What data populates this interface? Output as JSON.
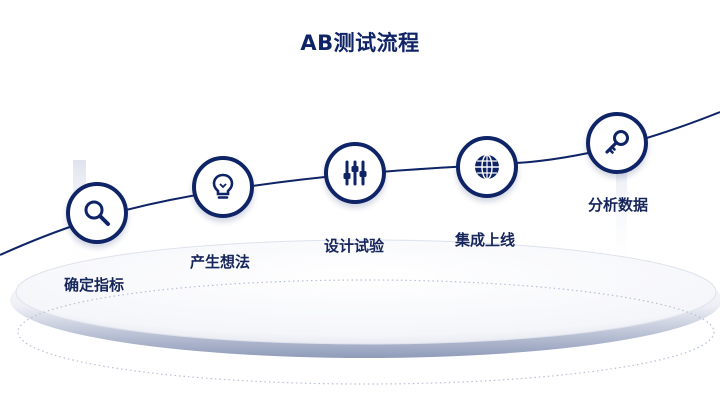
{
  "title": "AB测试流程",
  "colors": {
    "primary": "#0f2466",
    "label": "#16255a"
  },
  "steps": [
    {
      "label": "确定指标",
      "icon": "magnifier-icon"
    },
    {
      "label": "产生想法",
      "icon": "lightbulb-icon"
    },
    {
      "label": "设计试验",
      "icon": "sliders-icon"
    },
    {
      "label": "集成上线",
      "icon": "globe-icon"
    },
    {
      "label": "分析数据",
      "icon": "key-icon"
    }
  ]
}
